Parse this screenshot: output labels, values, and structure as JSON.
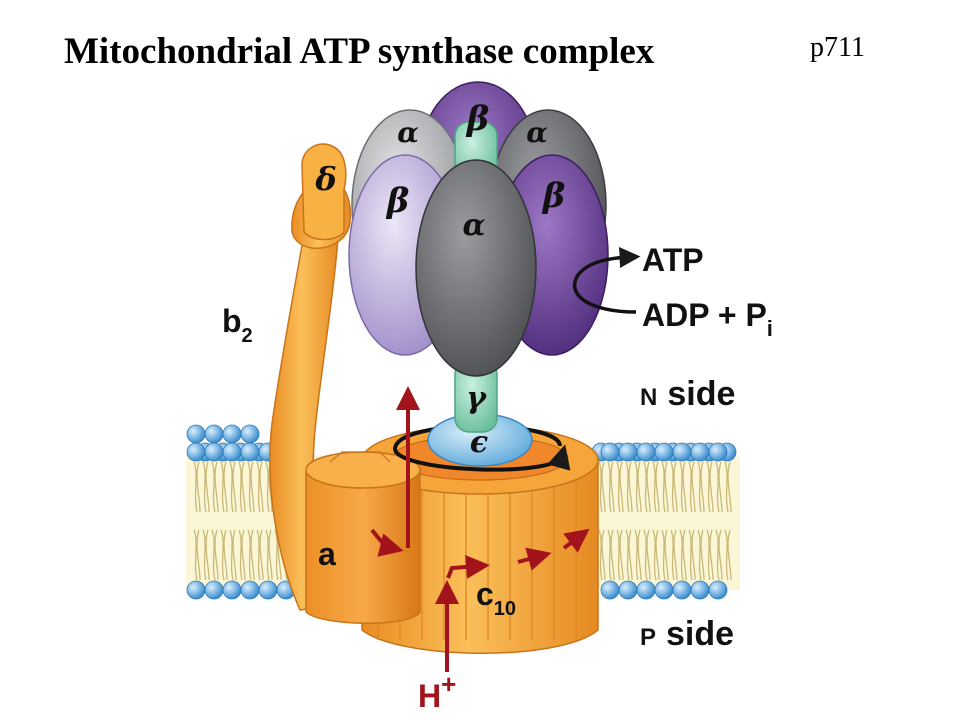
{
  "title": "Mitochondrial ATP synthase complex",
  "page_ref": "p711",
  "subunits": {
    "beta_top": "β",
    "alpha_left": "α",
    "alpha_right": "α",
    "beta_left": "β",
    "beta_right": "β",
    "alpha_front": "α",
    "delta": "δ",
    "gamma": "γ",
    "epsilon": "ϵ",
    "b2_main": "b",
    "b2_sub": "2",
    "a": "a",
    "c_main": "c",
    "c_sub": "10"
  },
  "reaction": {
    "product": "ATP",
    "substrate_main": "ADP + P",
    "substrate_sub": "i"
  },
  "membrane": {
    "n_side_letter": "N",
    "n_side_word": "side",
    "p_side_letter": "P",
    "p_side_word": "side"
  },
  "proton": {
    "main": "H",
    "sup": "+"
  },
  "colors": {
    "orange": "#f6a033",
    "orange_dark": "#d77a1a",
    "purple_light": "#b8a8d8",
    "purple_dark": "#6b3f96",
    "gray": "#6a6c70",
    "teal": "#8fd3b8",
    "blue_epsilon": "#8ec8ec",
    "lipid_head": "#6fb4e4",
    "arrow_red": "#a3131b"
  }
}
